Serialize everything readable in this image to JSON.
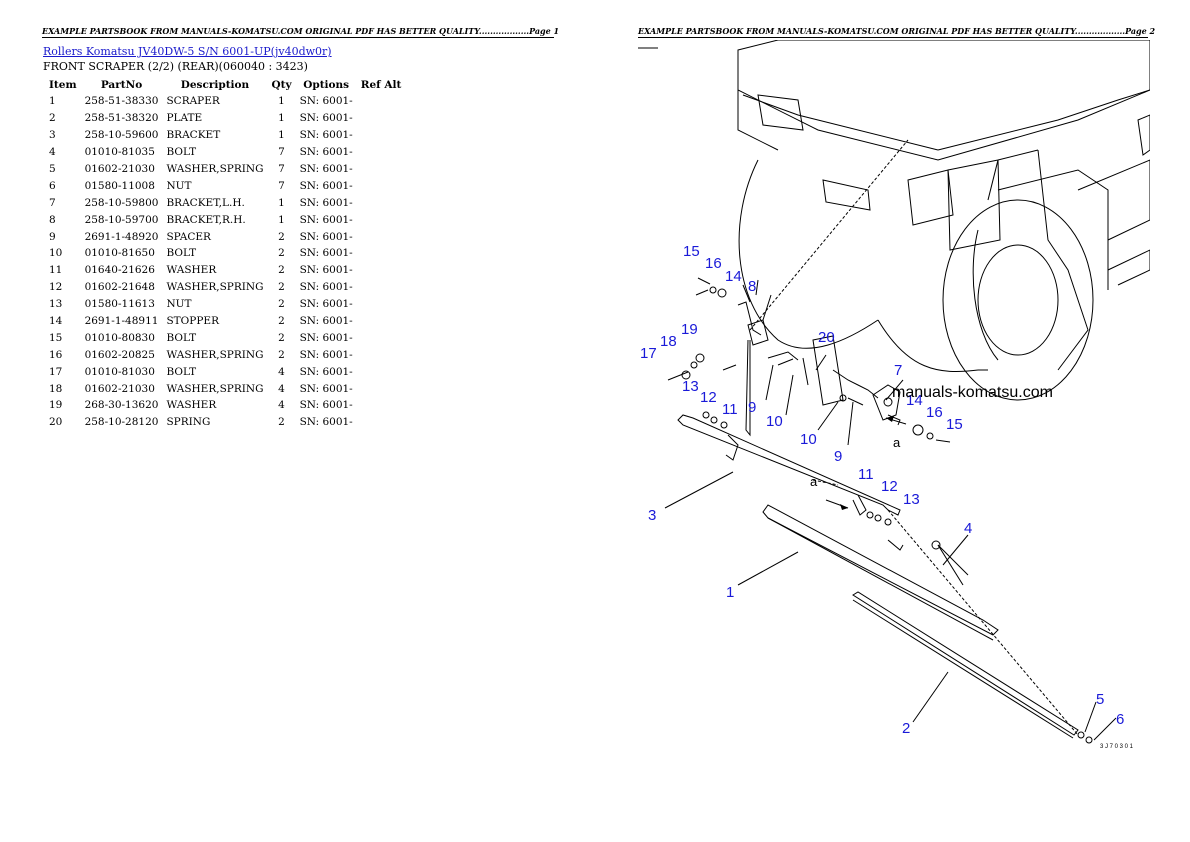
{
  "header_left": "EXAMPLE PARTSBOOK FROM MANUALS-KOMATSU.COM ORIGINAL PDF HAS BETTER QUALITY..................Page 1",
  "header_right": "EXAMPLE PARTSBOOK FROM MANUALS-KOMATSU.COM ORIGINAL PDF HAS BETTER QUALITY..................Page 2",
  "title_link": "Rollers Komatsu JV40DW-5 S/N 6001-UP(jv40dw0r)",
  "subtitle": "FRONT SCRAPER (2/2) (REAR)(060040 : 3423)",
  "columns": [
    "Item",
    "PartNo",
    "Description",
    "Qty",
    "Options",
    "Ref Alt"
  ],
  "rows": [
    {
      "item": "1",
      "partno": "258-51-38330",
      "desc": "SCRAPER",
      "qty": "1",
      "options": "SN: 6001-"
    },
    {
      "item": "2",
      "partno": "258-51-38320",
      "desc": "PLATE",
      "qty": "1",
      "options": "SN: 6001-"
    },
    {
      "item": "3",
      "partno": "258-10-59600",
      "desc": "BRACKET",
      "qty": "1",
      "options": "SN: 6001-"
    },
    {
      "item": "4",
      "partno": "01010-81035",
      "desc": "BOLT",
      "qty": "7",
      "options": "SN: 6001-"
    },
    {
      "item": "5",
      "partno": "01602-21030",
      "desc": "WASHER,SPRING",
      "qty": "7",
      "options": "SN: 6001-"
    },
    {
      "item": "6",
      "partno": "01580-11008",
      "desc": "NUT",
      "qty": "7",
      "options": "SN: 6001-"
    },
    {
      "item": "7",
      "partno": "258-10-59800",
      "desc": "BRACKET,L.H.",
      "qty": "1",
      "options": "SN: 6001-"
    },
    {
      "item": "8",
      "partno": "258-10-59700",
      "desc": "BRACKET,R.H.",
      "qty": "1",
      "options": "SN: 6001-"
    },
    {
      "item": "9",
      "partno": "2691-1-48920",
      "desc": "SPACER",
      "qty": "2",
      "options": "SN: 6001-"
    },
    {
      "item": "10",
      "partno": "01010-81650",
      "desc": "BOLT",
      "qty": "2",
      "options": "SN: 6001-"
    },
    {
      "item": "11",
      "partno": "01640-21626",
      "desc": "WASHER",
      "qty": "2",
      "options": "SN: 6001-"
    },
    {
      "item": "12",
      "partno": "01602-21648",
      "desc": "WASHER,SPRING",
      "qty": "2",
      "options": "SN: 6001-"
    },
    {
      "item": "13",
      "partno": "01580-11613",
      "desc": "NUT",
      "qty": "2",
      "options": "SN: 6001-"
    },
    {
      "item": "14",
      "partno": "2691-1-48911",
      "desc": "STOPPER",
      "qty": "2",
      "options": "SN: 6001-"
    },
    {
      "item": "15",
      "partno": "01010-80830",
      "desc": "BOLT",
      "qty": "2",
      "options": "SN: 6001-"
    },
    {
      "item": "16",
      "partno": "01602-20825",
      "desc": "WASHER,SPRING",
      "qty": "2",
      "options": "SN: 6001-"
    },
    {
      "item": "17",
      "partno": "01010-81030",
      "desc": "BOLT",
      "qty": "4",
      "options": "SN: 6001-"
    },
    {
      "item": "18",
      "partno": "01602-21030",
      "desc": "WASHER,SPRING",
      "qty": "4",
      "options": "SN: 6001-"
    },
    {
      "item": "19",
      "partno": "268-30-13620",
      "desc": "WASHER",
      "qty": "4",
      "options": "SN: 6001-"
    },
    {
      "item": "20",
      "partno": "258-10-28120",
      "desc": "SPRING",
      "qty": "2",
      "options": "SN: 6001-"
    }
  ],
  "diagram": {
    "watermark": "manuals-komatsu.com",
    "figure_code": "3 J 7 0 3 0 1",
    "arrow_label": "a",
    "callouts": [
      "1",
      "2",
      "3",
      "4",
      "5",
      "6",
      "7",
      "8",
      "9",
      "9",
      "10",
      "10",
      "11",
      "11",
      "12",
      "12",
      "13",
      "13",
      "14",
      "14",
      "15",
      "15",
      "16",
      "16",
      "17",
      "18",
      "19",
      "20"
    ]
  }
}
